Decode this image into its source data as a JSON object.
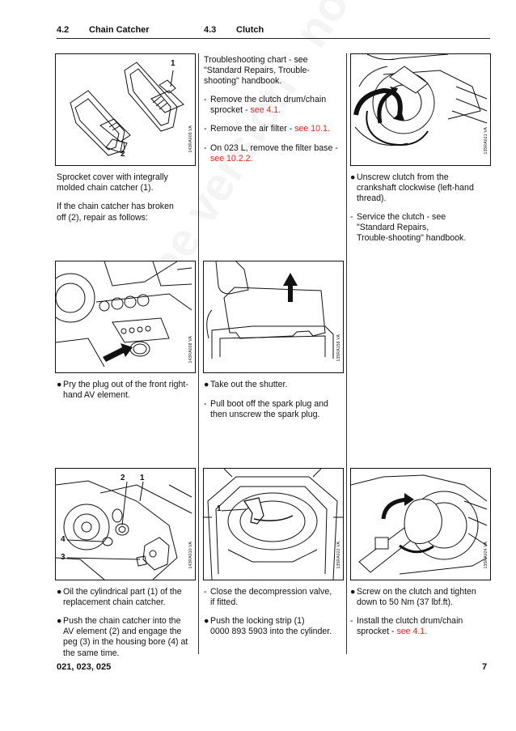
{
  "header": {
    "left_num": "4.2",
    "left_title": "Chain Catcher",
    "right_num": "4.3",
    "right_title": "Clutch"
  },
  "figures": {
    "f1": {
      "code": "143RA009 VA",
      "c1": "1",
      "c2": "2"
    },
    "f3": {
      "code": "135RA021 VA"
    },
    "f4": {
      "code": "143RA008 VA"
    },
    "f5": {
      "code": "135RA158 VA"
    },
    "f7": {
      "code": "143RA010 VA",
      "c1": "1",
      "c2": "2",
      "c3": "3",
      "c4": "4"
    },
    "f8": {
      "code": "135RA022 VA",
      "c1": "1"
    },
    "f9": {
      "code": "135RA024 VA"
    }
  },
  "col2_top": {
    "intro": [
      "Troubleshooting chart - see",
      "\"Standard Repairs, Trouble-",
      "shooting\" handbook."
    ],
    "items": [
      {
        "bullet": "-",
        "lines": [
          "Remove the clutch drum/chain",
          "sprocket - "
        ],
        "ref": "see 4.1."
      },
      {
        "bullet": "-",
        "lines": [
          "Remove the air filter - "
        ],
        "ref": "see 10.1."
      },
      {
        "bullet": "-",
        "lines": [
          "On 023 L, remove the filter base -"
        ],
        "ref": "see 10.2.2."
      }
    ]
  },
  "col1_top": {
    "p1": [
      "Sprocket cover with integrally",
      "molded chain catcher (1)."
    ],
    "p2": [
      "If the chain catcher has broken",
      "off (2), repair as follows:"
    ]
  },
  "col3_top": {
    "items": [
      {
        "bullet": "●",
        "lines": [
          "Unscrew clutch from the",
          "crankshaft clockwise (left-hand",
          "thread)."
        ]
      },
      {
        "bullet": "-",
        "lines": [
          "Service the clutch - see",
          "\"Standard Repairs,",
          "Trouble-shooting\" handbook."
        ]
      }
    ]
  },
  "col1_mid": {
    "items": [
      {
        "bullet": "●",
        "lines": [
          "Pry the plug out of the front right-",
          "hand AV element."
        ]
      }
    ]
  },
  "col2_mid": {
    "items": [
      {
        "bullet": "●",
        "lines": [
          "Take out the shutter."
        ]
      },
      {
        "bullet": "-",
        "lines": [
          "Pull boot off the spark plug and",
          "then unscrew the spark plug."
        ]
      }
    ]
  },
  "col1_bot": {
    "items": [
      {
        "bullet": "●",
        "lines": [
          "Oil the cylindrical part (1) of the",
          "replacement chain catcher."
        ]
      },
      {
        "bullet": "●",
        "lines": [
          "Push the chain catcher into the",
          "AV element (2) and engage the",
          "peg (3) in the housing bore (4) at",
          "the same time."
        ]
      }
    ]
  },
  "col2_bot": {
    "items": [
      {
        "bullet": "-",
        "lines": [
          "Close the decompression valve,",
          "if fitted."
        ]
      },
      {
        "bullet": "●",
        "lines": [
          "Push the locking strip (1)",
          "0000 893 5903 into the cylinder."
        ]
      }
    ]
  },
  "col3_bot": {
    "items": [
      {
        "bullet": "●",
        "lines": [
          "Screw on the clutch and tighten",
          "down to 50 Nm (37 lbf.ft)."
        ]
      },
      {
        "bullet": "-",
        "lines": [
          "Install the clutch drum/chain",
          "sprocket - "
        ],
        "ref": "see 4.1."
      }
    ]
  },
  "footer": {
    "models": "021, 023, 025",
    "page": "7"
  },
  "watermark": "Online version - not for reprint",
  "colors": {
    "reference": "#e8231e"
  }
}
